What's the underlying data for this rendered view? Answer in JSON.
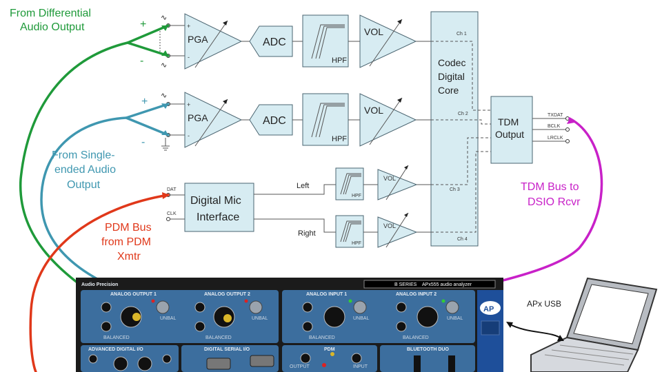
{
  "labels": {
    "diff_out": [
      "From Differential",
      "Audio Output"
    ],
    "single_out": [
      "From Single-",
      "ended Audio",
      "Output"
    ],
    "pdm_bus": [
      "PDM Bus",
      "from PDM",
      "Xmtr"
    ],
    "tdm_bus": [
      "TDM Bus to",
      "DSIO Rcvr"
    ],
    "apx_usb": "APx USB"
  },
  "blocks": {
    "pga": "PGA",
    "adc": "ADC",
    "hpf": "HPF",
    "vol": "VOL",
    "codec": [
      "Codec",
      "Digital",
      "Core"
    ],
    "tdm": [
      "TDM",
      "Output"
    ],
    "mic": [
      "Digital Mic",
      "Interface"
    ]
  },
  "channels": {
    "ch1": "Ch 1",
    "ch2": "Ch 2",
    "ch3": "Ch 3",
    "ch4": "Ch 4",
    "left": "Left",
    "right": "Right"
  },
  "pins": {
    "plus": "+",
    "minus": "-",
    "dat": "DAT",
    "clk": "CLK",
    "txdat": "TXDAT",
    "bclk": "BCLK",
    "lrclk": "LRCLK"
  },
  "analyzer": {
    "brand": "Audio Precision",
    "series": "B SERIES",
    "model": "APx555 audio analyzer",
    "panels": [
      "ANALOG OUTPUT 1",
      "ANALOG OUTPUT 2",
      "ANALOG INPUT 1",
      "ANALOG INPUT 2",
      "ADVANCED DIGITAL I/O",
      "DIGITAL SERIAL I/O",
      "PDM",
      "BLUETOOTH DUO"
    ],
    "sub": {
      "unbal": "UNBAL",
      "balanced": "BALANCED",
      "output": "OUTPUT",
      "input": "INPUT"
    },
    "logo": "AP"
  },
  "colors": {
    "green": "#1f9a3a",
    "teal": "#3f97b0",
    "red": "#e0381a",
    "magenta": "#c821c8",
    "block": "#d7ecf2",
    "panel": "#3c6e9e"
  }
}
